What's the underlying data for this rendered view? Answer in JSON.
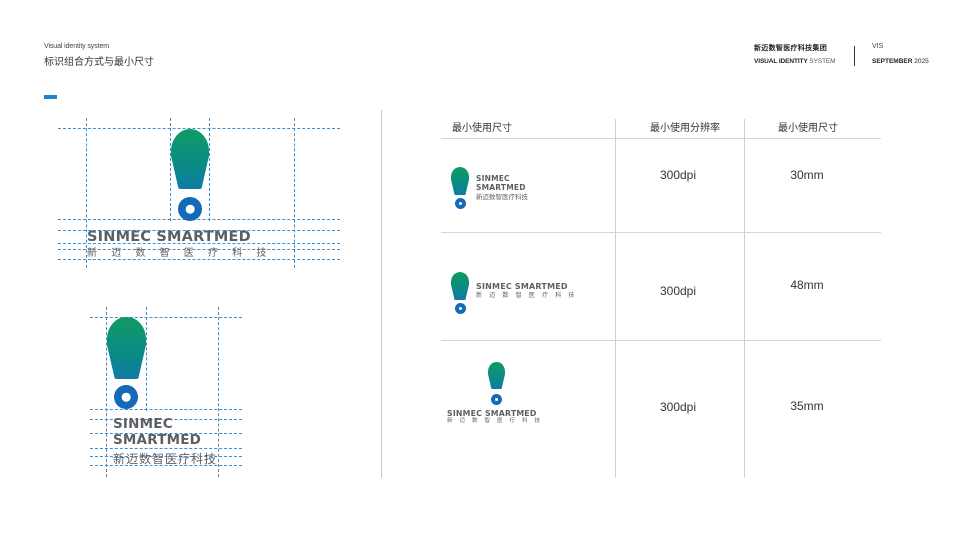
{
  "header": {
    "subtitle": "Visual identity system",
    "title": "标识组合方式与最小尺寸",
    "brand_cn": "新迈数智医疗科技集团",
    "brand_en_bold": "VISUAL IDENTITY",
    "brand_en_light": "SYSTEM",
    "section": "VIS",
    "date_bold": "SEPTEMBER",
    "date_year": "2025"
  },
  "colors": {
    "accent": "#1a86cf",
    "logo_green": "#0f9b62",
    "logo_teal": "#0a8a86",
    "logo_blue": "#1469b8",
    "wordmark_gray": "#5b5e63",
    "guide_blue": "#3b8fd1"
  },
  "logo": {
    "en_line": "SINMEC SMARTMED",
    "en_line_1": "SINMEC",
    "en_line_2": "SMARTMED",
    "cn_line": "新迈数智医疗科技",
    "cn_spaced": "新 迈 数 智 医 疗 科 技"
  },
  "table": {
    "headers": [
      "最小使用尺寸",
      "最小使用分辨率",
      "最小使用尺寸"
    ],
    "rows": [
      {
        "layout": "stacked-horizontal",
        "resolution": "300dpi",
        "size": "30mm"
      },
      {
        "layout": "horizontal",
        "resolution": "300dpi",
        "size": "48mm"
      },
      {
        "layout": "vertical",
        "resolution": "300dpi",
        "size": "35mm"
      }
    ]
  }
}
